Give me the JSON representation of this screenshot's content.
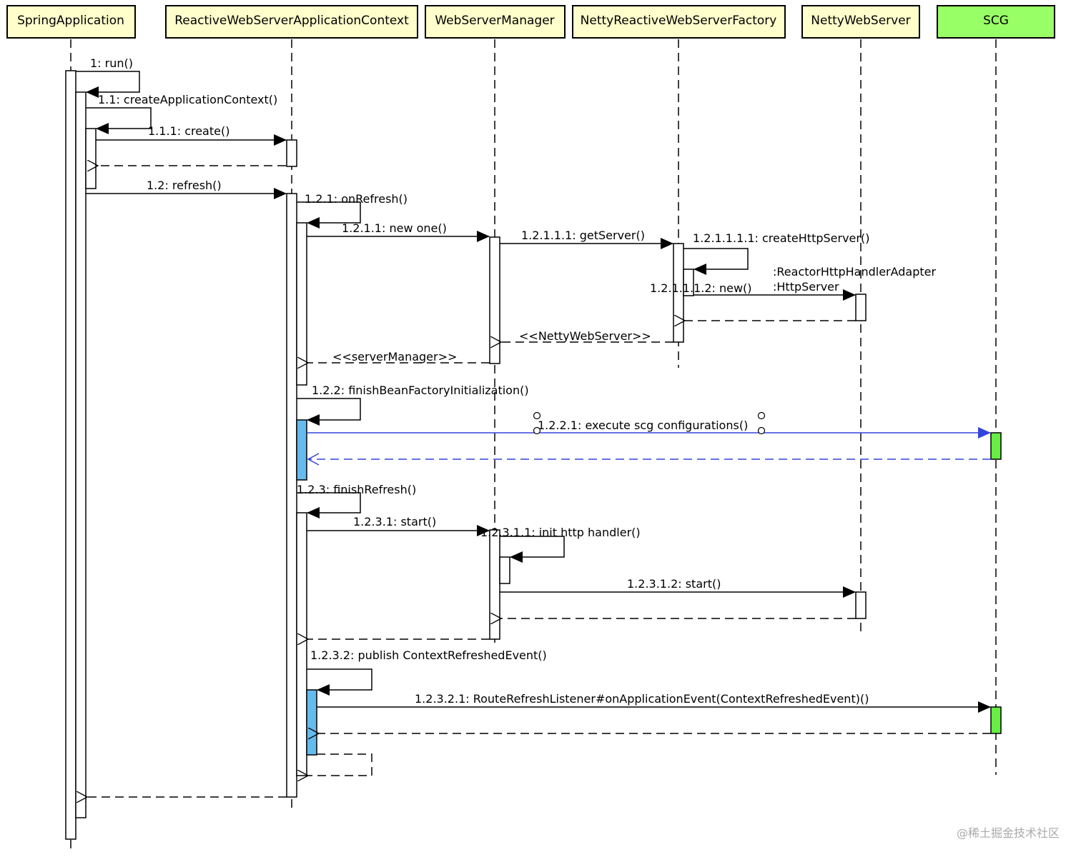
{
  "colors": {
    "header_fill": "#ffffcc",
    "scg_header_fill": "#99ff66",
    "scg_activation_fill": "#66ee44",
    "highlight_activation_fill": "#66bbee",
    "highlight_message": "#3344dd",
    "line": "#000000"
  },
  "participants": [
    {
      "id": "spring",
      "label": "SpringApplication"
    },
    {
      "id": "ctx",
      "label": "ReactiveWebServerApplicationContext"
    },
    {
      "id": "wsm",
      "label": "WebServerManager"
    },
    {
      "id": "factory",
      "label": "NettyReactiveWebServerFactory"
    },
    {
      "id": "nws",
      "label": "NettyWebServer"
    },
    {
      "id": "scg",
      "label": "SCG"
    }
  ],
  "messages": {
    "m1": "1: run()",
    "m1_1": "1.1: createApplicationContext()",
    "m1_1_1": "1.1.1: create()",
    "m1_2": "1.2: refresh()",
    "m1_2_1": "1.2.1: onRefresh()",
    "m1_2_1_1": "1.2.1.1: new one()",
    "m1_2_1_1_1": "1.2.1.1.1: getServer()",
    "m1_2_1_1_1_1": "1.2.1.1.1.1: createHttpServer()",
    "m1_2_1_1_1_2": "1.2.1.1.1.2: new()",
    "r_netty_web_server": "<<NettyWebServer>>",
    "r_server_manager": "<<serverManager>>",
    "m1_2_2": "1.2.2: finishBeanFactoryInitialization()",
    "m1_2_2_1": "1.2.2.1: execute scg configurations()",
    "m1_2_3": "1.2.3: finishRefresh()",
    "m1_2_3_1": "1.2.3.1: start()",
    "m1_2_3_1_1": "1.2.3.1.1: init http handler()",
    "m1_2_3_1_2": "1.2.3.1.2: start()",
    "m1_2_3_2": "1.2.3.2: publish ContextRefreshedEvent()",
    "m1_2_3_2_1": "1.2.3.2.1: RouteRefreshListener#onApplicationEvent(ContextRefreshedEvent)()"
  },
  "notes": {
    "adapter_line1": ":ReactorHttpHandlerAdapter",
    "adapter_line2": ":HttpServer"
  },
  "watermark": "@稀土掘金技术社区"
}
